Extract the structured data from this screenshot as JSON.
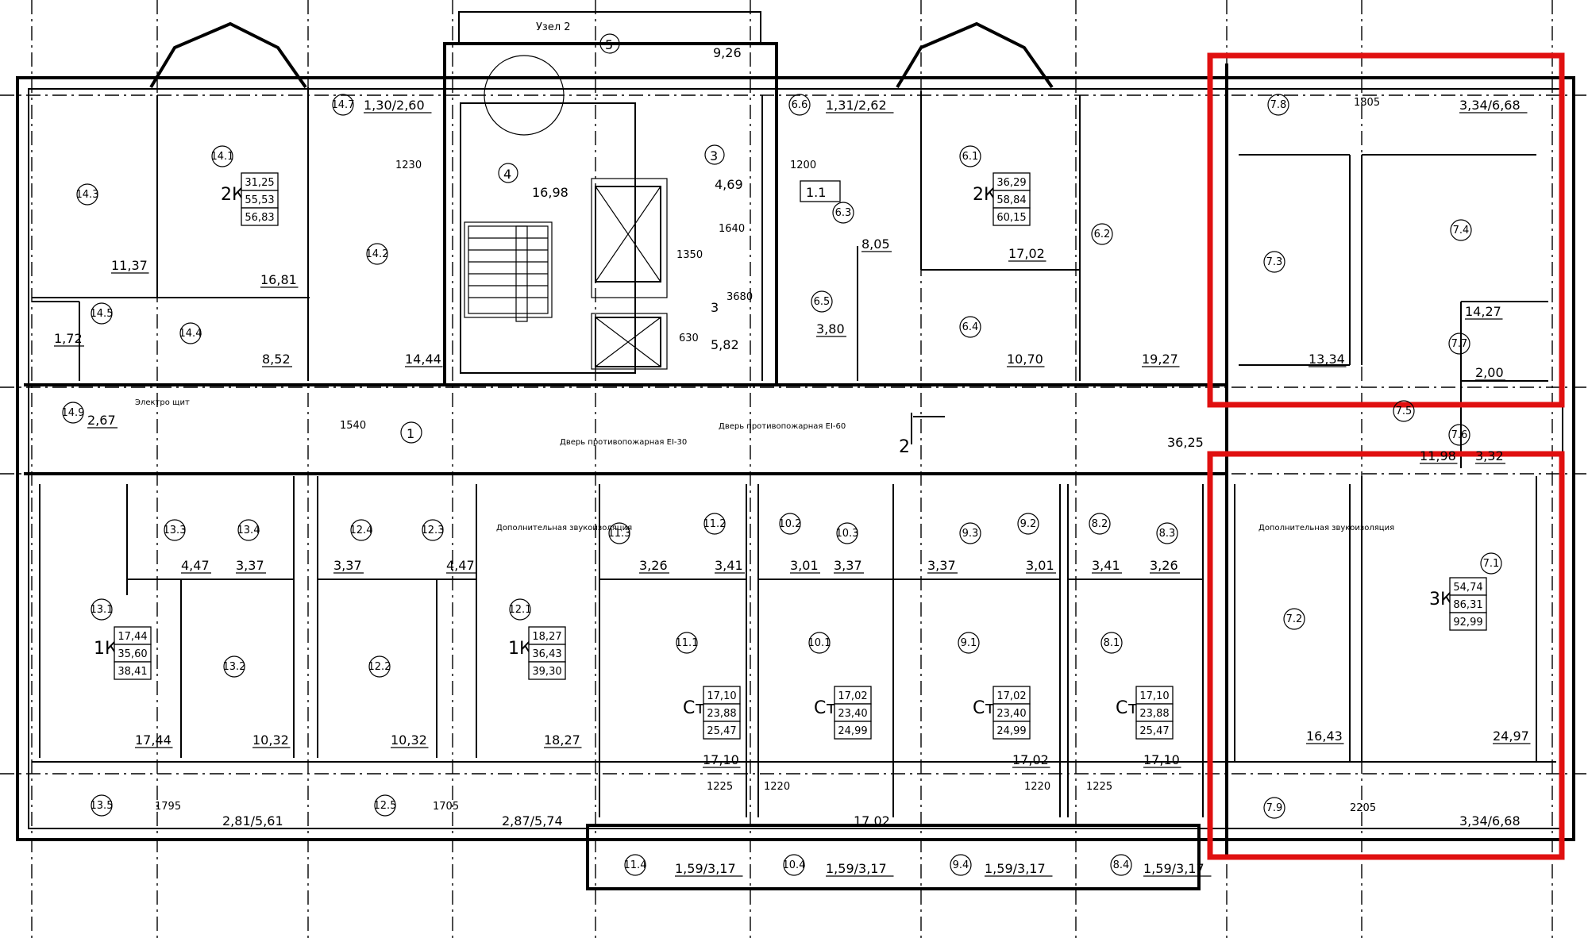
{
  "labels": {
    "node": "Узел 2",
    "stair": "5",
    "s_9_26": "9,26",
    "hall4": "4",
    "hall4_area": "16,98",
    "hall3": "3",
    "hall3_area": "4,69",
    "lift_room": "3",
    "lift_room_area": "5,82",
    "corridor": "1",
    "corridor_area": "36,25",
    "section2": "2",
    "d_1640": "1640",
    "d_1350": "1350",
    "d_3680": "3680",
    "d_630": "630",
    "d_1540": "1540",
    "d_1230": "1230",
    "d_1200": "1200",
    "d_1805": "1805",
    "d_2205": "2205",
    "d_1795": "1795",
    "d_1705": "1705",
    "d_1225a": "1225",
    "d_1220a": "1220",
    "d_1220b": "1220",
    "d_1225b": "1225",
    "firedoor1": "Дверь противопожарная EI-30",
    "firedoor2": "Дверь противопожарная EI-60",
    "extra_a": "Дополнительная звукоизоляция",
    "extra_b": "Дополнительная звукоизоляция",
    "cab": "Электро щит",
    "marker_11": "1.1"
  },
  "rooms": [
    {
      "id": "14.3",
      "area": "11,37"
    },
    {
      "id": "14.1",
      "area": "16,81"
    },
    {
      "id": "14.2",
      "area": "14,44"
    },
    {
      "id": "14.4",
      "area": "8,52"
    },
    {
      "id": "14.5",
      "area": "1,72"
    },
    {
      "id": "14.9",
      "area": "2,67"
    },
    {
      "id": "14.7",
      "area": "1,30/2,60"
    },
    {
      "id": "6.1",
      "area": "17,02"
    },
    {
      "id": "6.2",
      "area": "19,27"
    },
    {
      "id": "6.3",
      "area": "8,05"
    },
    {
      "id": "6.4",
      "area": "10,70"
    },
    {
      "id": "6.5",
      "area": "3,80"
    },
    {
      "id": "6.6",
      "area": "1,31/2,62"
    },
    {
      "id": "7.3",
      "area": "13,34"
    },
    {
      "id": "7.4",
      "area": "14,27"
    },
    {
      "id": "7.5",
      "area": "11,98"
    },
    {
      "id": "7.6",
      "area": "3,32"
    },
    {
      "id": "7.7",
      "area": "2,00"
    },
    {
      "id": "7.8",
      "area": "3,34/6,68"
    },
    {
      "id": "7.1",
      "area": "24,97"
    },
    {
      "id": "7.2",
      "area": "16,43"
    },
    {
      "id": "7.9",
      "area": "3,34/6,68"
    },
    {
      "id": "13.1",
      "area": "17,44"
    },
    {
      "id": "13.2",
      "area": "10,32"
    },
    {
      "id": "13.3",
      "area": "4,47"
    },
    {
      "id": "13.4",
      "area": "3,37"
    },
    {
      "id": "13.5",
      "area": "2,81/5,61"
    },
    {
      "id": "12.1",
      "area": "18,27"
    },
    {
      "id": "12.2",
      "area": "10,32"
    },
    {
      "id": "12.3",
      "area": "4,47"
    },
    {
      "id": "12.4",
      "area": "3,37"
    },
    {
      "id": "12.5",
      "area": "2,87/5,74"
    },
    {
      "id": "11.1",
      "area": "17,10"
    },
    {
      "id": "11.2",
      "area": "3,41"
    },
    {
      "id": "11.3",
      "area": "3,26"
    },
    {
      "id": "11.4",
      "area": "1,59/3,17"
    },
    {
      "id": "10.1",
      "area": "17,02"
    },
    {
      "id": "10.2",
      "area": "3,01"
    },
    {
      "id": "10.3",
      "area": "3,37"
    },
    {
      "id": "10.4",
      "area": "1,59/3,17"
    },
    {
      "id": "9.1",
      "area": "17,02"
    },
    {
      "id": "9.2",
      "area": "3,01"
    },
    {
      "id": "9.3",
      "area": "3,37"
    },
    {
      "id": "9.4",
      "area": "1,59/3,17"
    },
    {
      "id": "8.1",
      "area": "17,10"
    },
    {
      "id": "8.2",
      "area": "3,41"
    },
    {
      "id": "8.3",
      "area": "3,26"
    },
    {
      "id": "8.4",
      "area": "1,59/3,17"
    }
  ],
  "apartments": [
    {
      "type": "2К",
      "living": "31,25",
      "total": "55,53",
      "gross": "56,83"
    },
    {
      "type": "2К",
      "living": "36,29",
      "total": "58,84",
      "gross": "60,15"
    },
    {
      "type": "3К",
      "living": "54,74",
      "total": "86,31",
      "gross": "92,99"
    },
    {
      "type": "1К",
      "living": "17,44",
      "total": "35,60",
      "gross": "38,41"
    },
    {
      "type": "1К",
      "living": "18,27",
      "total": "36,43",
      "gross": "39,30"
    },
    {
      "type": "Ст",
      "living": "17,10",
      "total": "23,88",
      "gross": "25,47"
    },
    {
      "type": "Ст",
      "living": "17,02",
      "total": "23,40",
      "gross": "24,99"
    },
    {
      "type": "Ст",
      "living": "17,02",
      "total": "23,40",
      "gross": "24,99"
    },
    {
      "type": "Ст",
      "living": "17,10",
      "total": "23,88",
      "gross": "25,47"
    }
  ],
  "highlight": {
    "color": "#e01010"
  }
}
